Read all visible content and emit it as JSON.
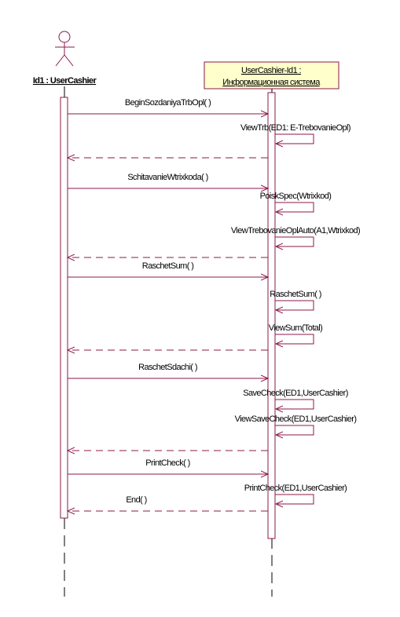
{
  "actor": {
    "label": "Id1 : UserCashier"
  },
  "system": {
    "line1": "UserCashier-Id1 :",
    "line2": "Информационная система"
  },
  "messages": [
    {
      "label": "BeginSozdaniyaTrbOpl( )",
      "kind": "call",
      "line": "BeginSozdaniyaTrbOpl( )"
    },
    {
      "label": "ViewTrb(ED1: E-TrebovanieOpl)",
      "kind": "self"
    },
    {
      "label": "",
      "kind": "return"
    },
    {
      "label": "SchitavanieWtrixkoda( )",
      "kind": "call"
    },
    {
      "label": "PoiskSpec(Wtrixkod)",
      "kind": "self"
    },
    {
      "label": "ViewTrebovanieOplAuto(A1,Wtrixkod)",
      "kind": "self"
    },
    {
      "label": "",
      "kind": "return"
    },
    {
      "label": "RaschetSum( )",
      "kind": "call"
    },
    {
      "label": "RaschetSum( )",
      "kind": "self"
    },
    {
      "label": "ViewSum(Total)",
      "kind": "self"
    },
    {
      "label": "",
      "kind": "return"
    },
    {
      "label": "RaschetSdachi( )",
      "kind": "call"
    },
    {
      "label": "SaveCheck(ED1,UserCashier)",
      "kind": "self"
    },
    {
      "label": "ViewSaveCheck(ED1,UserCashier)",
      "kind": "self"
    },
    {
      "label": "",
      "kind": "return"
    },
    {
      "label": "PrintCheck( )",
      "kind": "call"
    },
    {
      "label": "PrintCheck(ED1,UserCashier)",
      "kind": "self"
    },
    {
      "label": "End( )",
      "kind": "return"
    }
  ],
  "colors": {
    "message": "#8b1a4a",
    "objectFill": "#ffffcc",
    "objectBorder": "#8b1a4a",
    "lifeline": "#000000"
  }
}
